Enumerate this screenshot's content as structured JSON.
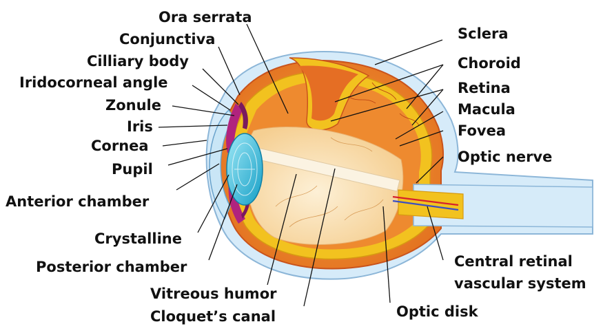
{
  "labels": {
    "ora_serrata": "Ora serrata",
    "conjunctiva": "Conjunctiva",
    "cilliary_body": "Cilliary body",
    "iridocorneal_angle": "Iridocorneal angle",
    "zonule": "Zonule",
    "iris": "Iris",
    "cornea": "Cornea",
    "pupil": "Pupil",
    "anterior_chamber": "Anterior chamber",
    "crystalline": "Crystalline",
    "posterior_chamber": "Posterior chamber",
    "vitreous_humor": "Vitreous humor",
    "cloquets_canal": "Cloquet’s canal",
    "sclera": "Sclera",
    "choroid": "Choroid",
    "retina": "Retina",
    "macula": "Macula",
    "fovea": "Fovea",
    "optic_nerve": "Optic nerve",
    "central_retinal_1": "Central retinal",
    "central_retinal_2": "vascular system",
    "optic_disk": "Optic disk"
  },
  "colors": {
    "sclera_outer": "#cfe6f7",
    "sclera_stroke": "#8cb6d8",
    "choroid": "#e98a2a",
    "choroid_dark": "#c9531c",
    "retina": "#f2c21f",
    "vitreous": "#f7dcae",
    "lens": "#3bc3e0",
    "iris": "#b0237e",
    "cut_face": "#fbe7c4"
  }
}
